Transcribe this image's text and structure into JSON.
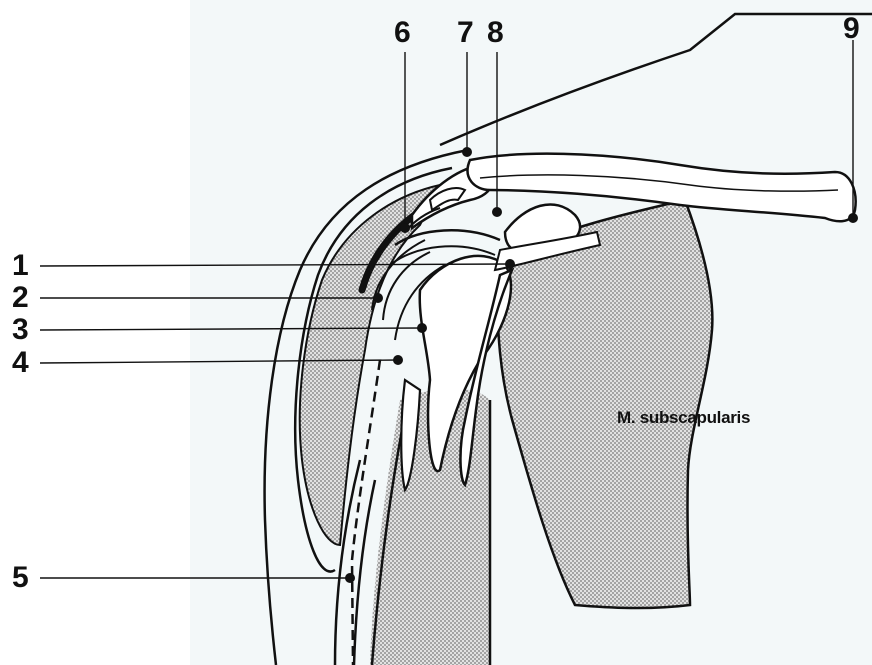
{
  "labels": {
    "l1": "1",
    "l2": "2",
    "l3": "3",
    "l4": "4",
    "l5": "5",
    "l6": "6",
    "l7": "7",
    "l8": "8",
    "l9": "9"
  },
  "muscle_label": "M. subscapularis",
  "colors": {
    "stroke": "#111111",
    "panel_bg": "#f3f8f9",
    "stipple_dot": "#7a7a7a"
  }
}
